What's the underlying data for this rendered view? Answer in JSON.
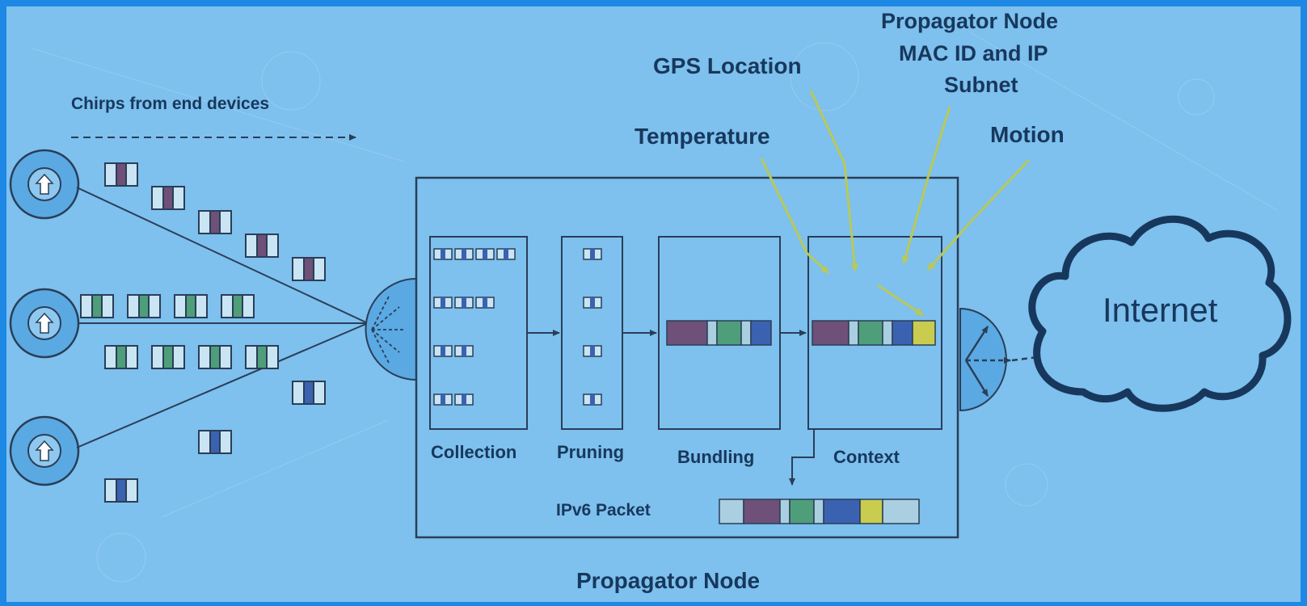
{
  "labels": {
    "chirps": "Chirps from end devices",
    "gps": "GPS Location",
    "mac_line1": "Propagator Node",
    "mac_line2": "MAC ID and IP",
    "mac_line3": "Subnet",
    "temperature": "Temperature",
    "motion": "Motion",
    "internet": "Internet",
    "collection": "Collection",
    "pruning": "Pruning",
    "bundling": "Bundling",
    "context": "Context",
    "ipv6": "IPv6 Packet",
    "node_title": "Propagator Node"
  },
  "colors": {
    "background": "#7ec0ee",
    "frame": "#1e88e5",
    "line": "#2a3e57",
    "arrow_green": "#b7c95a",
    "purple": "#6e5078",
    "green": "#4e9e7a",
    "blue": "#3b62b0",
    "yellow": "#c9cc4e",
    "light": "#a9cfe0",
    "circle": "#5aa9e3"
  },
  "icons": {
    "device": "up-arrow-icon",
    "cloud": "cloud-icon",
    "antenna": "antenna-icon"
  }
}
